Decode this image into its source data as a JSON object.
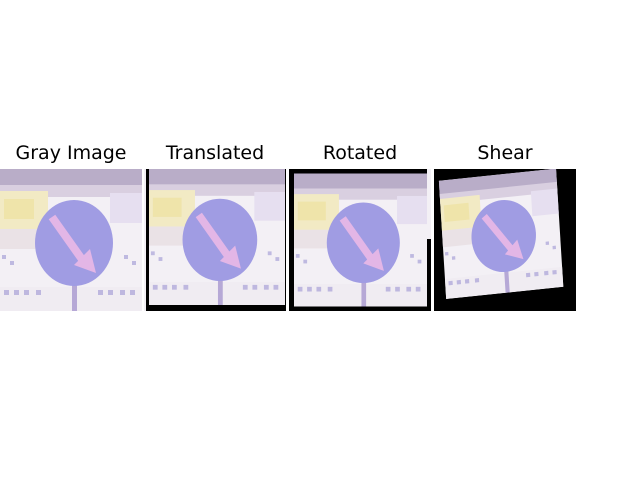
{
  "panels": [
    {
      "title": "Gray Image"
    },
    {
      "title": "Translated"
    },
    {
      "title": "Rotated"
    },
    {
      "title": "Shear"
    }
  ],
  "colors": {
    "sign_blue": "#9f9be2",
    "arrow": "#e3b6e6",
    "sign_base": "#f2eef3",
    "strip_top": "#b8aac5",
    "black": "#000000"
  }
}
